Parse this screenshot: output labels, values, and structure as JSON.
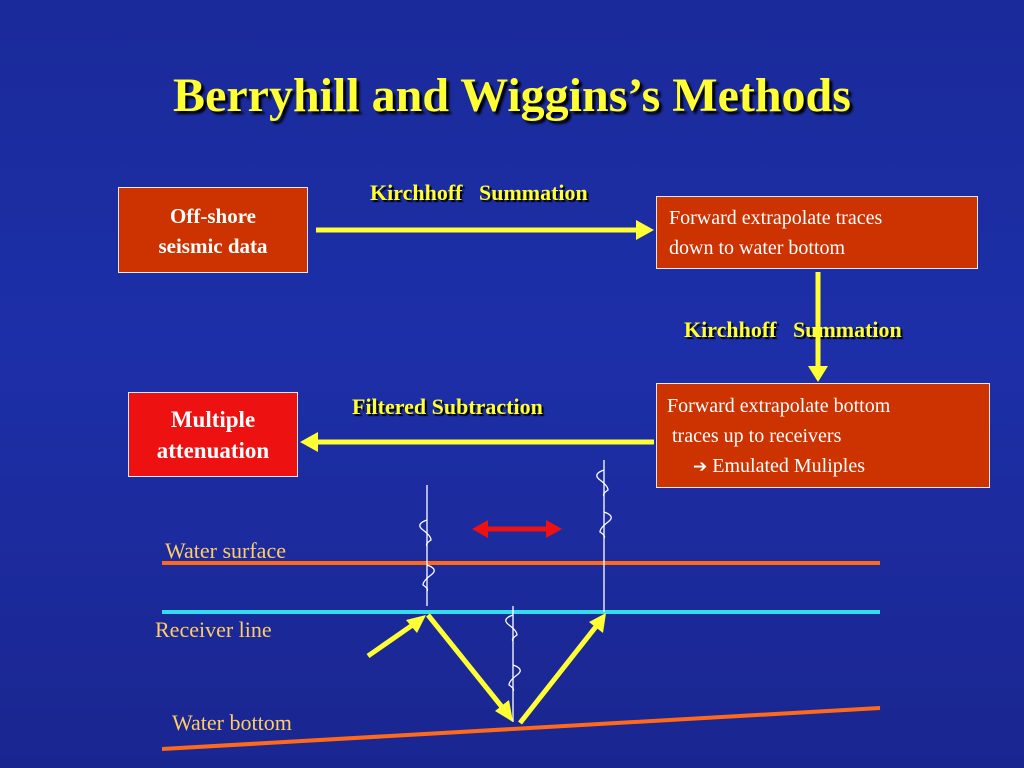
{
  "title": "Berryhill and Wiggins’s Methods",
  "boxes": {
    "offshore": {
      "line1": "Off-shore",
      "line2": "seismic data"
    },
    "forward_down": {
      "line1": "Forward extrapolate traces",
      "line2": "down to water bottom"
    },
    "forward_up": {
      "line1": "Forward extrapolate bottom",
      "line2": " traces up to receivers",
      "line3_arrow": "➔",
      "line3": " Emulated Muliples"
    },
    "multiple": {
      "line1": "Multiple",
      "line2": "attenuation"
    }
  },
  "arrow_labels": {
    "top": "Kirchhoff   Summation",
    "right": "Kirchhoff   Summation",
    "bottom": "Filtered Subtraction"
  },
  "geology": {
    "water_surface": "Water surface",
    "receiver_line": "Receiver line",
    "water_bottom": "Water bottom"
  },
  "colors": {
    "background": "#1d2fa8",
    "title": "#ffff33",
    "box_fill": "#cc3300",
    "box_fill_bright": "#ee1111",
    "arrow": "#ffff33",
    "water_surface": "#ff6a1a",
    "receiver_line": "#33ddee",
    "water_bottom": "#ff6a1a",
    "ray": "#ffff33",
    "double_arrow": "#ee1111"
  }
}
